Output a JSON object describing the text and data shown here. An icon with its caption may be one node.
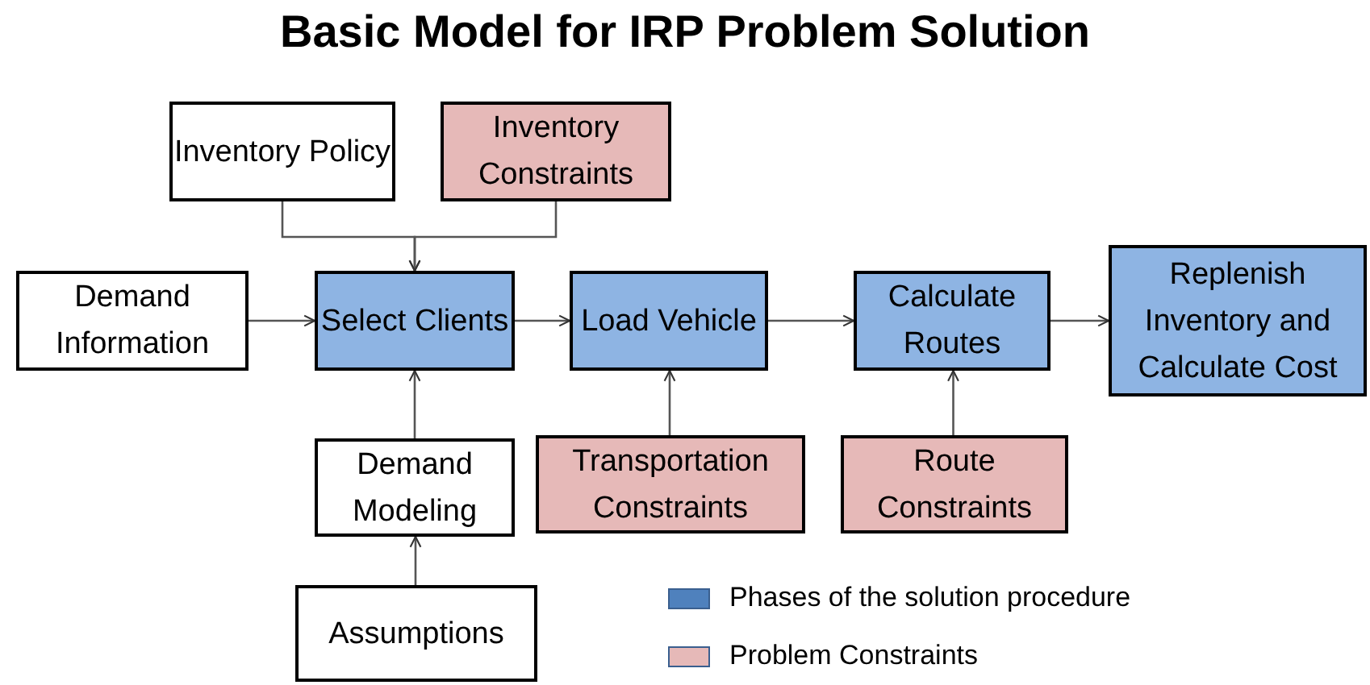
{
  "diagram": {
    "title": "Basic Model for IRP Problem Solution",
    "nodes": [
      {
        "text": [
          "Inventory Policy"
        ]
      },
      {
        "text": [
          "Inventory Constraints"
        ]
      },
      {
        "text": [
          "Demand Information"
        ]
      },
      {
        "text": [
          "Select Clients"
        ]
      },
      {
        "text": [
          "Load Vehicle"
        ]
      },
      {
        "text": [
          "Calculate Routes"
        ]
      },
      {
        "text": [
          "Replenish Inventory and Calculate Cost"
        ]
      },
      {
        "text": [
          "Demand Modeling"
        ]
      },
      {
        "text": [
          "Transportation Constraints"
        ]
      },
      {
        "text": [
          "Route Constraints"
        ]
      },
      {
        "text": [
          "Assumptions"
        ]
      }
    ],
    "edges": [
      {
        "from": 0,
        "to": 3,
        "arrow": "to"
      },
      {
        "from": 1,
        "to": 3,
        "arrow": "to"
      },
      {
        "from": 2,
        "to": 3,
        "arrow": "to"
      },
      {
        "from": 7,
        "to": 3,
        "arrow": "to"
      },
      {
        "from": 3,
        "to": 4,
        "arrow": "to"
      },
      {
        "from": 4,
        "to": 5,
        "arrow": "to"
      },
      {
        "from": 5,
        "to": 6,
        "arrow": "to"
      },
      {
        "from": 8,
        "to": 4,
        "arrow": "to"
      },
      {
        "from": 9,
        "to": 5,
        "arrow": "to"
      },
      {
        "from": 10,
        "to": 7,
        "arrow": "to"
      }
    ],
    "legend": [
      {
        "text": "Phases of the solution procedure",
        "color": "#4f81bd"
      },
      {
        "text": "Problem Constraints",
        "color": "#e6b9b8"
      }
    ]
  }
}
